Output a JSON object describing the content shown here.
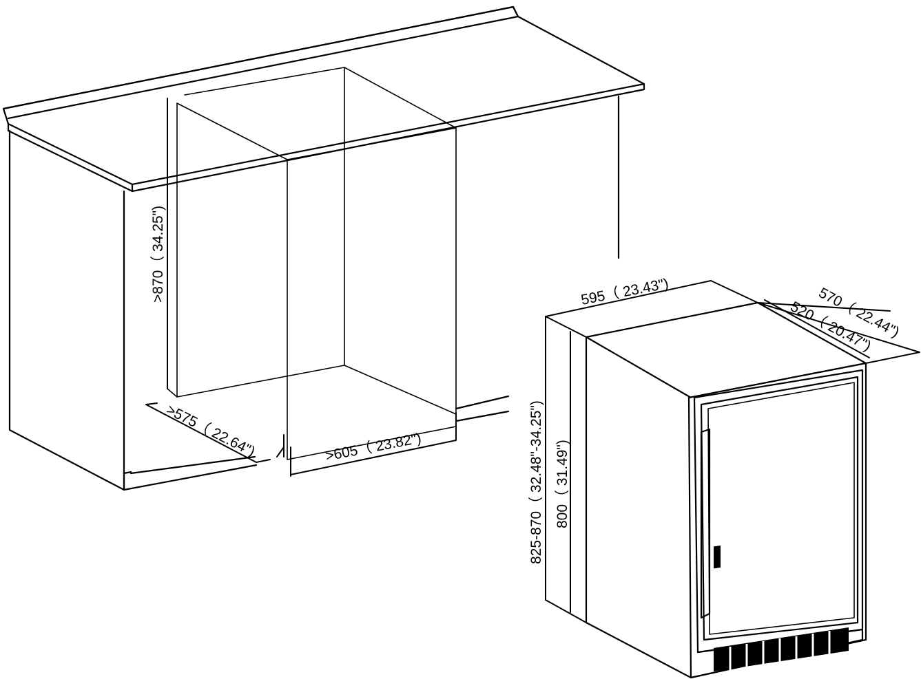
{
  "diagram": {
    "labels": {
      "niche_height": ">870（ 34.25\")",
      "niche_depth": ">575（ 22.64\")",
      "niche_width": ">605（ 23.82\")",
      "unit_width": "595（ 23.43\")",
      "unit_depth_total": "570（ 22.44\")",
      "unit_depth_body": "520（ 20.47\")",
      "unit_height_adjustable": "825-870（ 32.48\"-34.25\")",
      "unit_height_body": "800（ 31.49\")"
    }
  }
}
